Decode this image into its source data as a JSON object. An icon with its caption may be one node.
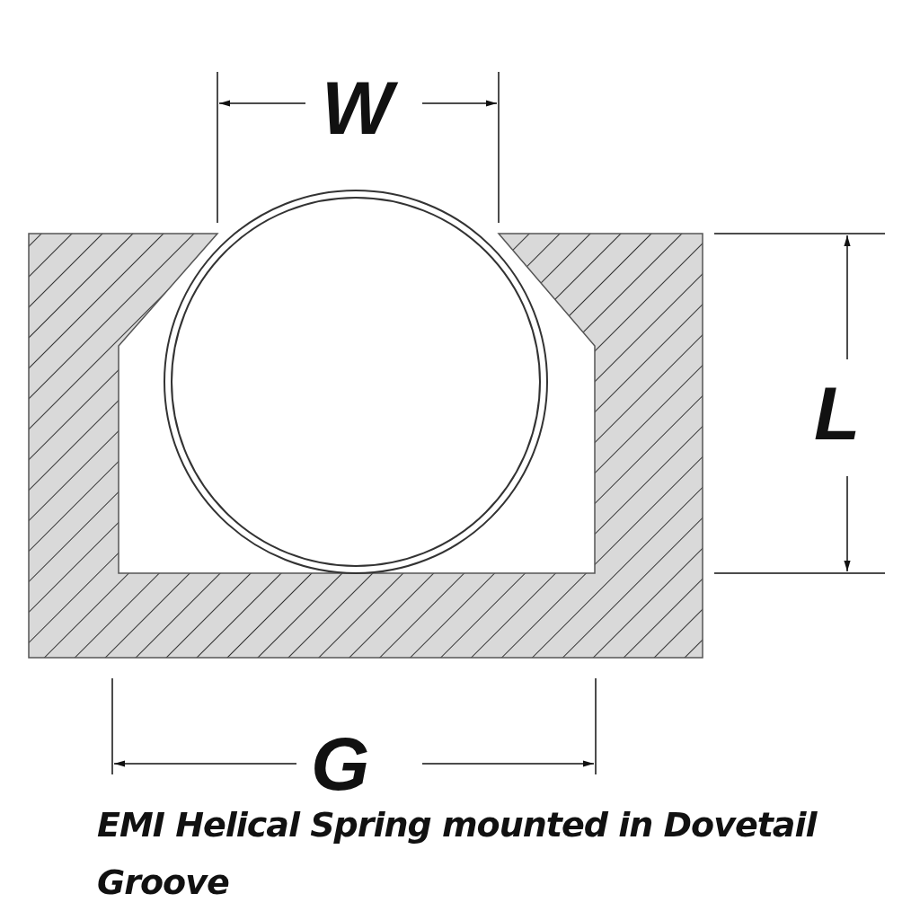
{
  "diagram": {
    "caption": "EMI Helical Spring mounted in Dovetail Groove",
    "labels": [
      "W",
      "L",
      "G"
    ]
  }
}
